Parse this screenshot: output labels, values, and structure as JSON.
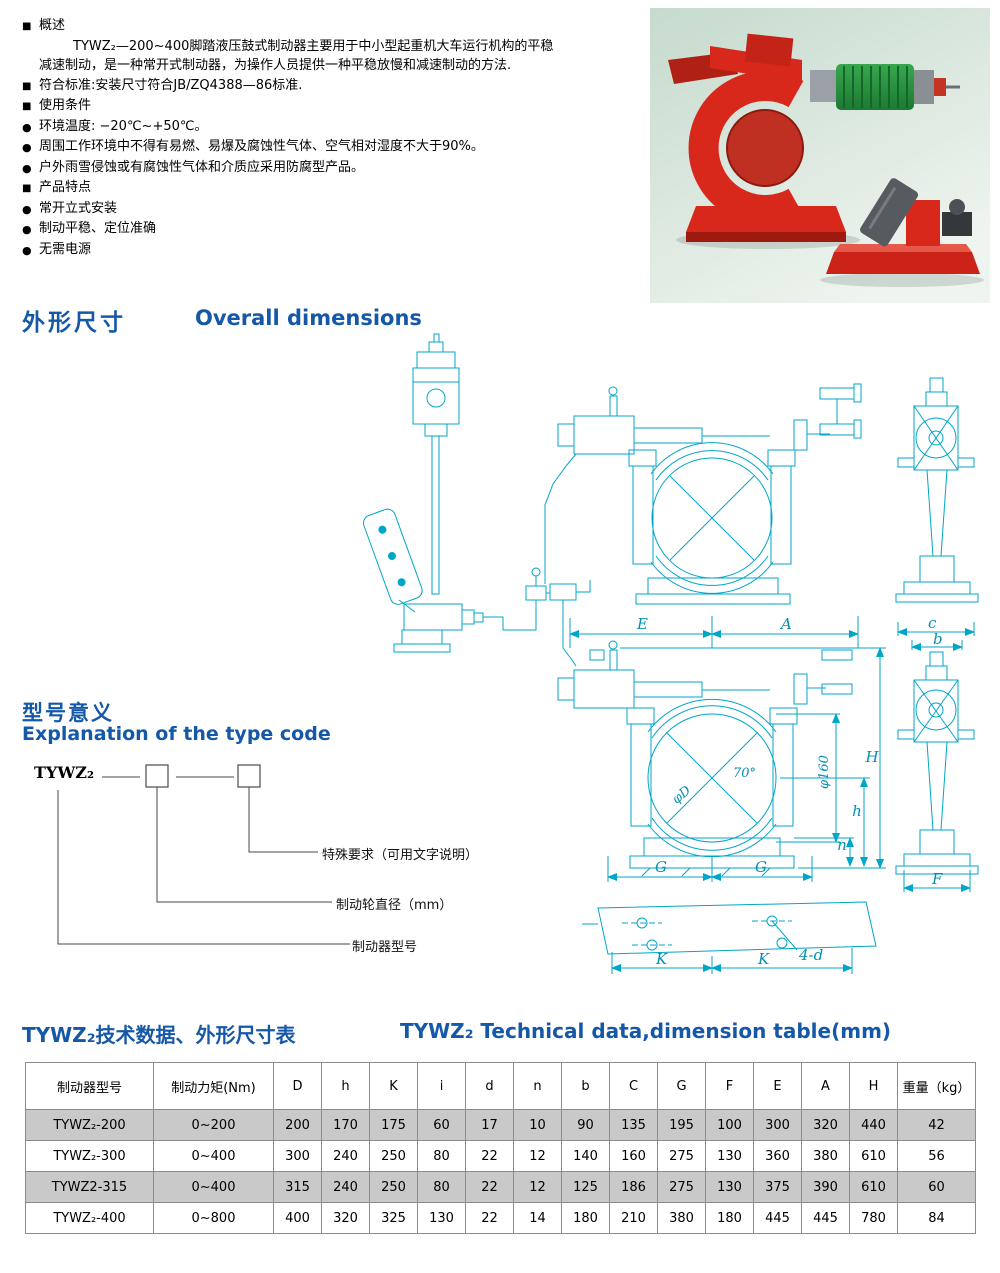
{
  "page": {
    "accent_blue": "#1658a8",
    "drawing_cyan": "#00a6c8",
    "row_shade": "#c9c9c9"
  },
  "intro": {
    "lines": [
      {
        "marker": "square",
        "indent": false,
        "text": "概述"
      },
      {
        "marker": "none",
        "indent": true,
        "text": "TYWZ₂—200~400脚踏液压鼓式制动器主要用于中小型起重机大车运行机构的平稳"
      },
      {
        "marker": "none",
        "indent": false,
        "text": "减速制动，是一种常开式制动器，为操作人员提供一种平稳放慢和减速制动的方法."
      },
      {
        "marker": "square",
        "indent": false,
        "text": "符合标准:安装尺寸符合JB/ZQ4388—86标准."
      },
      {
        "marker": "square",
        "indent": false,
        "text": "使用条件"
      },
      {
        "marker": "circle",
        "indent": false,
        "text": "环境温度: −20℃~+50℃。"
      },
      {
        "marker": "circle",
        "indent": false,
        "text": "周围工作环境中不得有易燃、易爆及腐蚀性气体、空气相对湿度不大于90%。"
      },
      {
        "marker": "circle",
        "indent": false,
        "text": "户外雨雪侵蚀或有腐蚀性气体和介质应采用防腐型产品。"
      },
      {
        "marker": "square",
        "indent": false,
        "text": "产品特点"
      },
      {
        "marker": "circle",
        "indent": false,
        "text": "常开立式安装"
      },
      {
        "marker": "circle",
        "indent": false,
        "text": "制动平稳、定位准确"
      },
      {
        "marker": "circle",
        "indent": false,
        "text": "无需电源"
      }
    ]
  },
  "sections": {
    "dimensions_cn": "外形尺寸",
    "dimensions_en": "Overall dimensions",
    "typecode_cn": "型号意义",
    "typecode_en": "Explanation of the type code"
  },
  "typecode": {
    "prefix": "TYWZ₂",
    "label_special": "特殊要求（可用文字说明）",
    "label_diameter": "制动轮直径（mm）",
    "label_model": "制动器型号"
  },
  "drawing": {
    "labels": {
      "E": "E",
      "A": "A",
      "c": "c",
      "b": "b",
      "H": "H",
      "h": "h",
      "n": "n",
      "G": "G",
      "F": "F",
      "K": "K",
      "phi160": "φ160",
      "phiD": "φD",
      "deg70": "70°",
      "holes": "4-d"
    }
  },
  "table_section": {
    "title_cn": "TYWZ₂技术数据、外形尺寸表",
    "title_en": "TYWZ₂ Technical data,dimension table(mm)"
  },
  "table": {
    "headers": [
      "制动器型号",
      "制动力矩(Nm)",
      "D",
      "h",
      "K",
      "i",
      "d",
      "n",
      "b",
      "C",
      "G",
      "F",
      "E",
      "A",
      "H",
      "重量（kg）"
    ],
    "rows": [
      [
        "TYWZ₂-200",
        "0~200",
        "200",
        "170",
        "175",
        "60",
        "17",
        "10",
        "90",
        "135",
        "195",
        "100",
        "300",
        "320",
        "440",
        "42"
      ],
      [
        "TYWZ₂-300",
        "0~400",
        "300",
        "240",
        "250",
        "80",
        "22",
        "12",
        "140",
        "160",
        "275",
        "130",
        "360",
        "380",
        "610",
        "56"
      ],
      [
        "TYWZ2-315",
        "0~400",
        "315",
        "240",
        "250",
        "80",
        "22",
        "12",
        "125",
        "186",
        "275",
        "130",
        "375",
        "390",
        "610",
        "60"
      ],
      [
        "TYWZ₂-400",
        "0~800",
        "400",
        "320",
        "325",
        "130",
        "22",
        "14",
        "180",
        "210",
        "380",
        "180",
        "445",
        "445",
        "780",
        "84"
      ]
    ]
  }
}
